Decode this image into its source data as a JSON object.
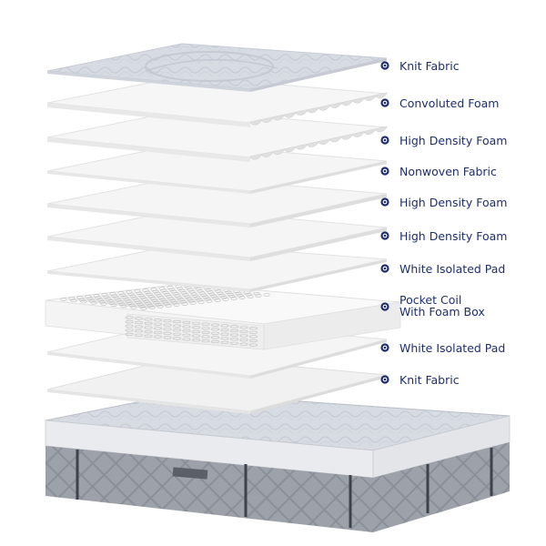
{
  "layers": [
    {
      "id": "knit-fabric-top",
      "label": "Knit Fabric",
      "material": "knit"
    },
    {
      "id": "convoluted-foam",
      "label": "Convoluted Foam",
      "material": "convoluted"
    },
    {
      "id": "high-density-foam-1",
      "label": "High Density Foam",
      "material": "foam-wavy"
    },
    {
      "id": "nonwoven-fabric",
      "label": "Nonwoven Fabric",
      "material": "sheet"
    },
    {
      "id": "high-density-foam-2",
      "label": "High Density Foam",
      "material": "sheet"
    },
    {
      "id": "high-density-foam-3",
      "label": "High Density Foam",
      "material": "sheet"
    },
    {
      "id": "white-isolated-pad-1",
      "label": "White Isolated Pad",
      "material": "sheet"
    },
    {
      "id": "pocket-coil",
      "label": [
        "Pocket Coil",
        "With Foam Box"
      ],
      "material": "coil"
    },
    {
      "id": "white-isolated-pad-2",
      "label": "White Isolated Pad",
      "material": "sheet"
    },
    {
      "id": "knit-fabric-bottom",
      "label": "Knit Fabric",
      "material": "sheet"
    }
  ],
  "colors": {
    "label_text": "#1f2f6b",
    "dot_outer": "#1f2f6b",
    "dot_inner": "#ffffff",
    "leader_line": "#9aa0b8",
    "sheet_top": "#f4f4f4",
    "sheet_edge": "#e2e2e2",
    "knit_base": "#d7dbe2",
    "knit_pattern": "#c2c7d1",
    "mattress_side": "#7f848d",
    "mattress_stripe": "#4c515a",
    "coil_top": "#f7f7f7",
    "coil_side": "#e8e8e8"
  },
  "icons": {
    "bullet": "ringed-dot-icon"
  }
}
